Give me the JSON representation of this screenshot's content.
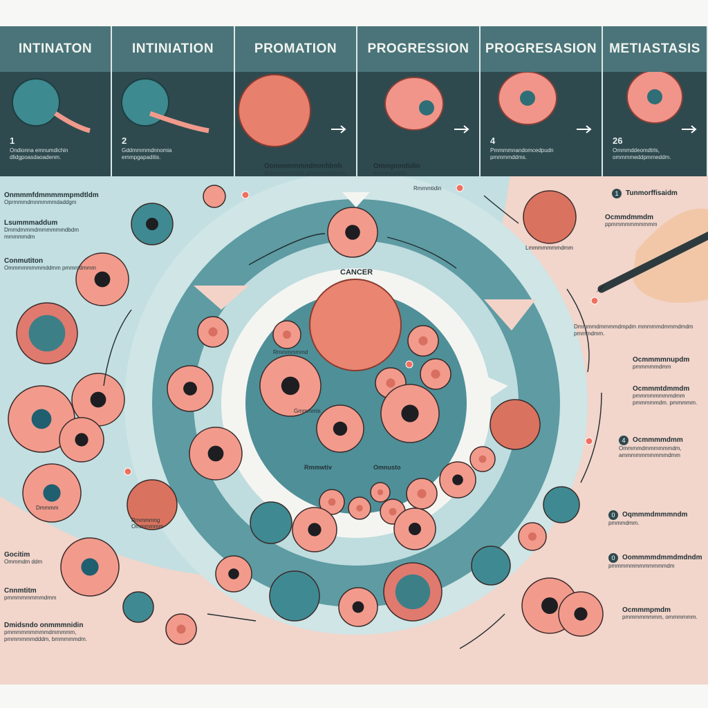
{
  "stages": [
    {
      "title": "INTINATON",
      "number": "1",
      "desc": "Ondionna emnumdichin dlidgpoasdaoadenm."
    },
    {
      "title": "INTINIATION",
      "number": "2",
      "desc": "Gddmmmmdnnomia emmpgapaditis."
    },
    {
      "title": "PROMATION",
      "number": "",
      "desc": ""
    },
    {
      "title": "PROGRESSION",
      "number": "",
      "desc": ""
    },
    {
      "title": "PROGRESASION",
      "number": "4",
      "desc": "Pmmmmnandomcedpudn pmmmmddms."
    },
    {
      "title": "METIASTASIS",
      "number": "26",
      "desc": "Ommmddeomdtrls, ommmmeddpmmeddm."
    }
  ],
  "center_label": "CANCER",
  "ring_labels": [
    "Rmmwtiv",
    "Omnusto"
  ],
  "inner_labels": [
    "Rmmmmmmd",
    "Gmmmmis"
  ],
  "top_notes": [
    {
      "title": "Oommmmmndmmfdmh",
      "text": "dmmmmmmadd pmmmmddmmn."
    },
    {
      "title": "Ommpnndidin",
      "text": "emmmmnidm"
    },
    {
      "title": "Rmmmtidin",
      "text": ""
    }
  ],
  "left_notes": [
    {
      "title": "Onmmmfdmmmmmpmdtldm",
      "text": "Oprmmmdmnmmmmdaddgm"
    },
    {
      "title": "Lsummmaddum",
      "text": "Dmmdmmmdmmmmmmdbdm mmmmmdm"
    },
    {
      "title": "Conmutiton",
      "text": "Ommmmmmmmddmm pmmmdmmm"
    },
    {
      "title": "Gocitim",
      "text": "Ommmdm ddm"
    },
    {
      "title": "Cnnmtitm",
      "text": "pmmmmmmmmdmm"
    },
    {
      "title": "Dmidsndo onmmmnidin",
      "text": "pmmmmmmmmmdmmmmm, pmmmmmmdddm, bmmmmmdm."
    }
  ],
  "left_cell_label": "Dmmmm",
  "mid_cell_label": "Rmmmmng Ommmmmm",
  "right_notes": [
    {
      "badge": "1",
      "title": "Tunmorffisaidm",
      "text": ""
    },
    {
      "badge": "",
      "title": "Ocmmdmmdm",
      "text": "ppmmmmmmmmmm"
    },
    {
      "badge": "",
      "title": "",
      "text": "Dmmmmdmmmmdmpdm mmmmmdmmmdmdm pmmmdmm."
    },
    {
      "badge": "",
      "title": "Ocmmmmnupdm",
      "text": "pmmmmmdmm"
    },
    {
      "badge": "",
      "title": "Ocmmmtdmmdm",
      "text": "pmmmmmmmmdmm pmmmmmdm. pmmmmm."
    },
    {
      "badge": "4",
      "title": "Ocmmmmdmm",
      "text": "Ommmmdmmmmmmdm, ammmmmmmmmmdmm"
    },
    {
      "badge": "0",
      "title": "Oqmmmdmmmndm",
      "text": "pmmmdmm."
    },
    {
      "badge": "0",
      "title": "Oommmmdmmdmdndm",
      "text": "pmmmmmmmmmmmmdm"
    },
    {
      "badge": "",
      "title": "Ocmmmpmdm",
      "text": "pmmmmmmmm, ommmmmm."
    }
  ],
  "right_cell_label": "Lmmmmmmmdmm",
  "colors": {
    "dark": "#2e4a4f",
    "teal": "#5e9ba3",
    "lightblue": "#c3dfe1",
    "pink": "#f2d5cb",
    "cell": "#f19a8c",
    "nucleus": "#1f4e5c"
  }
}
